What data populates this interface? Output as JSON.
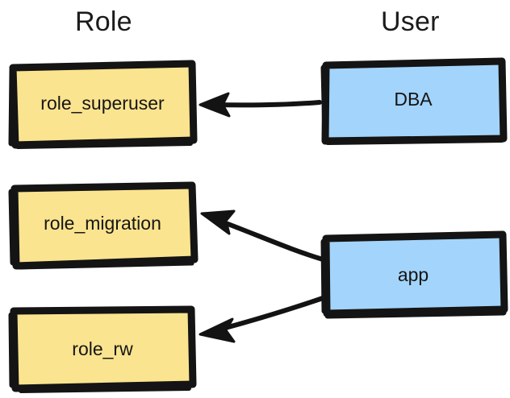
{
  "diagram": {
    "title_columns": {
      "role": "Role",
      "user": "User"
    },
    "colors": {
      "role_fill": "#FBE48F",
      "user_fill": "#A3D4FB",
      "stroke": "#1a1a1a",
      "text": "#151515",
      "background": "#ffffff"
    },
    "nodes": [
      {
        "id": "role_superuser",
        "label": "role_superuser",
        "type": "role",
        "fill": "#FBE48F"
      },
      {
        "id": "role_migration",
        "label": "role_migration",
        "type": "role",
        "fill": "#FBE48F"
      },
      {
        "id": "role_rw",
        "label": "role_rw",
        "type": "role",
        "fill": "#FBE48F"
      },
      {
        "id": "dba",
        "label": "DBA",
        "type": "user",
        "fill": "#A3D4FB"
      },
      {
        "id": "app",
        "label": "app",
        "type": "user",
        "fill": "#A3D4FB"
      }
    ],
    "edges": [
      {
        "id": "dba-to-role-superuser",
        "from": "dba",
        "to": "role_superuser",
        "style": "solid",
        "arrowhead": "end"
      },
      {
        "id": "app-to-role-migration",
        "from": "app",
        "to": "role_migration",
        "style": "solid",
        "arrowhead": "end"
      },
      {
        "id": "app-to-role-rw",
        "from": "app",
        "to": "role_rw",
        "style": "solid",
        "arrowhead": "end"
      }
    ]
  }
}
